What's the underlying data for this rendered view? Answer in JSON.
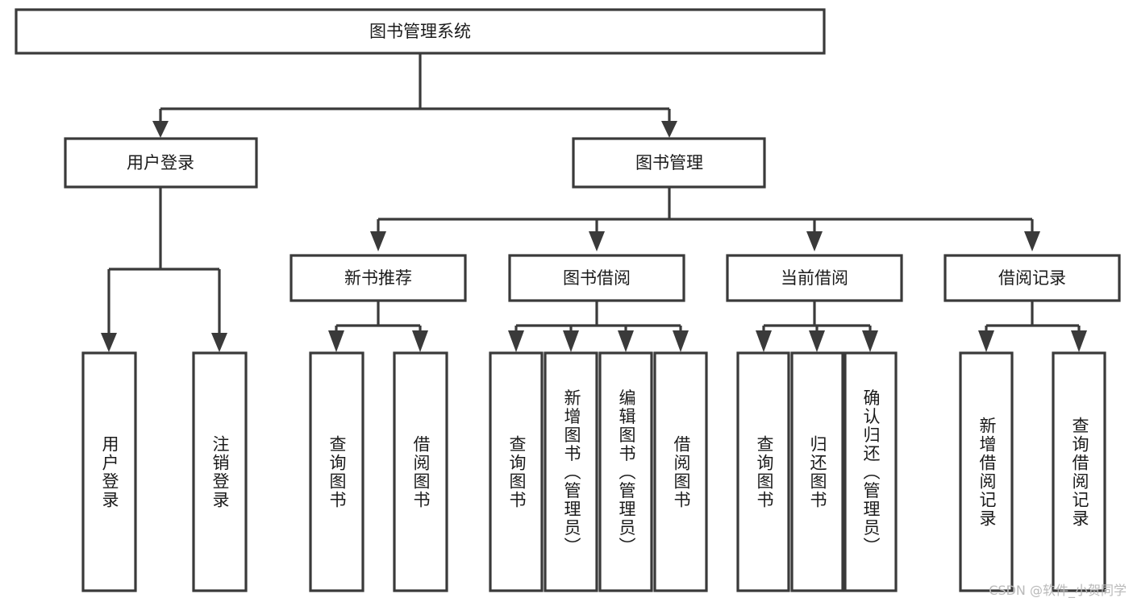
{
  "diagram": {
    "title": "图书管理系统",
    "type": "tree-hierarchy-diagram",
    "colors": {
      "stroke": "#3a3a3a",
      "fill": "#ffffff",
      "text": "#1b1b1b",
      "watermark": "#b9b9b9"
    },
    "root": {
      "label": "图书管理系统"
    },
    "level2": [
      {
        "label": "用户登录"
      },
      {
        "label": "图书管理"
      }
    ],
    "level3": [
      {
        "label": "新书推荐"
      },
      {
        "label": "图书借阅"
      },
      {
        "label": "当前借阅"
      },
      {
        "label": "借阅记录"
      }
    ],
    "leaves": {
      "user_login": [
        {
          "label": "用户登录"
        },
        {
          "label": "注销登录"
        }
      ],
      "new_book_recommend": [
        {
          "label": "查询图书"
        },
        {
          "label": "借阅图书"
        }
      ],
      "book_borrow": [
        {
          "label": "查询图书"
        },
        {
          "label": "新增图书（管理员）"
        },
        {
          "label": "编辑图书（管理员）"
        },
        {
          "label": "借阅图书"
        }
      ],
      "current_borrow": [
        {
          "label": "查询图书"
        },
        {
          "label": "归还图书"
        },
        {
          "label": "确认归还（管理员）"
        }
      ],
      "borrow_record": [
        {
          "label": "新增借阅记录"
        },
        {
          "label": "查询借阅记录"
        }
      ]
    }
  },
  "watermark": {
    "text": "CSDN @软件_小贺同学"
  }
}
